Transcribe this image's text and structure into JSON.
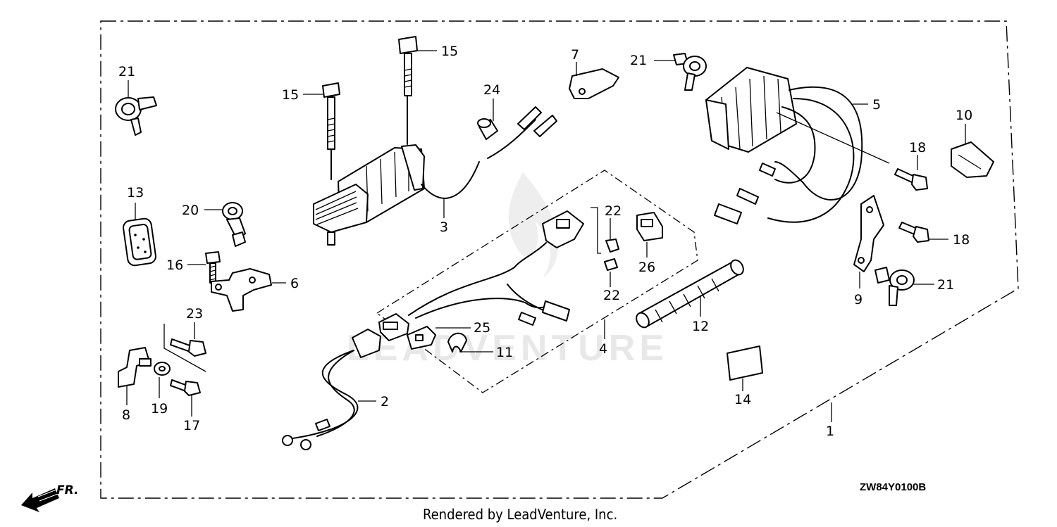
{
  "diagram_code": "ZW84Y0100B",
  "credit": "Rendered by LeadVenture, Inc.",
  "direction_label": "FR.",
  "watermark": "LEADVENTURE",
  "callouts": [
    {
      "id": "c15a",
      "label": "15"
    },
    {
      "id": "c15b",
      "label": "15"
    },
    {
      "id": "c21a",
      "label": "21"
    },
    {
      "id": "c21b",
      "label": "21"
    },
    {
      "id": "c21c",
      "label": "21"
    },
    {
      "id": "c7",
      "label": "7"
    },
    {
      "id": "c24",
      "label": "24"
    },
    {
      "id": "c5",
      "label": "5"
    },
    {
      "id": "c10",
      "label": "10"
    },
    {
      "id": "c18a",
      "label": "18"
    },
    {
      "id": "c18b",
      "label": "18"
    },
    {
      "id": "c13",
      "label": "13"
    },
    {
      "id": "c20",
      "label": "20"
    },
    {
      "id": "c3",
      "label": "3"
    },
    {
      "id": "c22a",
      "label": "22"
    },
    {
      "id": "c22b",
      "label": "22"
    },
    {
      "id": "c26",
      "label": "26"
    },
    {
      "id": "c16",
      "label": "16"
    },
    {
      "id": "c6",
      "label": "6"
    },
    {
      "id": "c23",
      "label": "23"
    },
    {
      "id": "c9",
      "label": "9"
    },
    {
      "id": "c12",
      "label": "12"
    },
    {
      "id": "c25",
      "label": "25"
    },
    {
      "id": "c4",
      "label": "4"
    },
    {
      "id": "c11",
      "label": "11"
    },
    {
      "id": "c8",
      "label": "8"
    },
    {
      "id": "c19",
      "label": "19"
    },
    {
      "id": "c17",
      "label": "17"
    },
    {
      "id": "c2",
      "label": "2"
    },
    {
      "id": "c14",
      "label": "14"
    },
    {
      "id": "c1",
      "label": "1"
    }
  ]
}
